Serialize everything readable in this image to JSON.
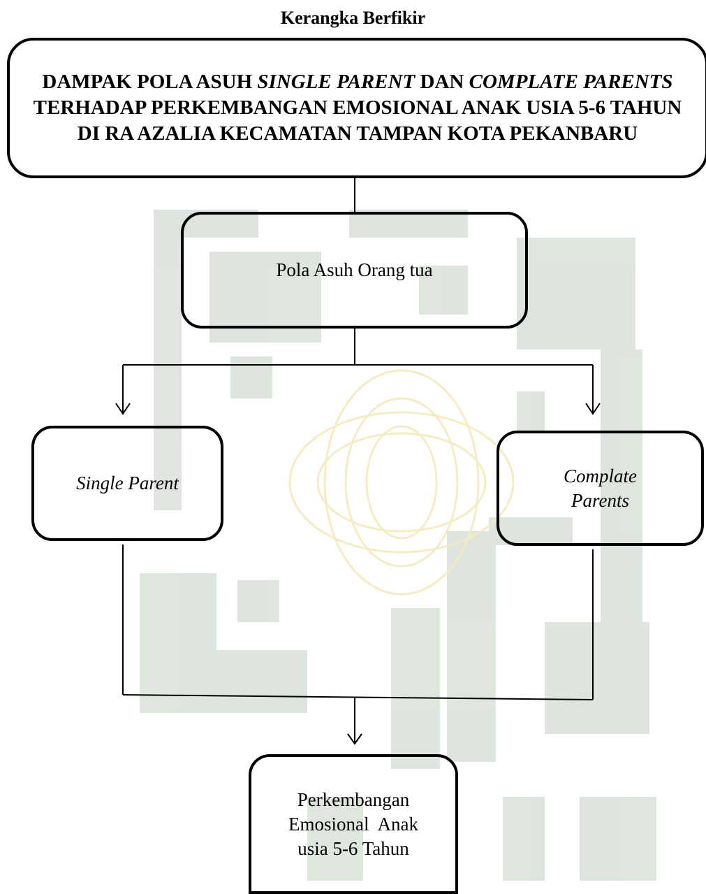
{
  "page_title": "Kerangka Berfikir",
  "main_box": {
    "part1": "DAMPAK POLA ASUH ",
    "part2_italic": "SINGLE PARENT",
    "part3": " DAN ",
    "part4_italic": "COMPLATE PARENTS",
    "part5": " TERHADAP PERKEMBANGAN EMOSIONAL ANAK USIA 5-6 TAHUN DI RA AZALIA KECAMATAN TAMPAN KOTA PEKANBARU"
  },
  "pola_asuh_box": {
    "label": "Pola Asuh Orang tua"
  },
  "single_parent_box": {
    "label": "Single Parent"
  },
  "complate_parents_box": {
    "line1": "Complate",
    "line2": "Parents"
  },
  "perkembangan_box": {
    "line1": "Perkembangan",
    "line2": "Emosional  Anak",
    "line3": "usia 5-6 Tahun"
  },
  "colors": {
    "line": "#000000",
    "watermark_green": "#c9d5c9",
    "watermark_yellow": "#f7efc6"
  }
}
